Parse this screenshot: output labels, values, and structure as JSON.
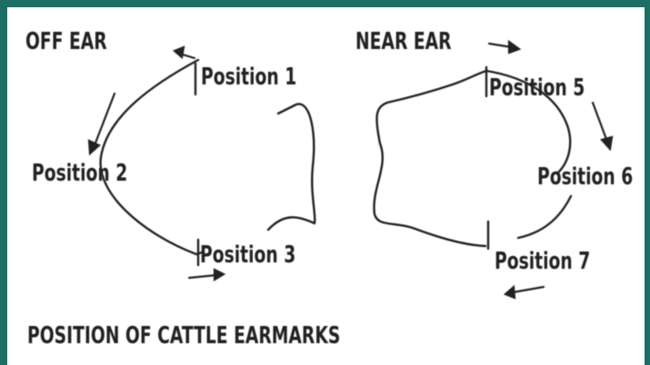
{
  "diagram": {
    "off_ear_label": "OFF EAR",
    "near_ear_label": "NEAR EAR",
    "positions": {
      "p1": "Position 1",
      "p2": "Position 2",
      "p3": "Position 3",
      "p5": "Position 5",
      "p6": "Position 6",
      "p7": "Position 7"
    },
    "caption": "POSITION OF CATTLE EARMARKS"
  },
  "colors": {
    "frame": "#1d6f65",
    "ink": "#222222",
    "background": "#ffffff"
  }
}
